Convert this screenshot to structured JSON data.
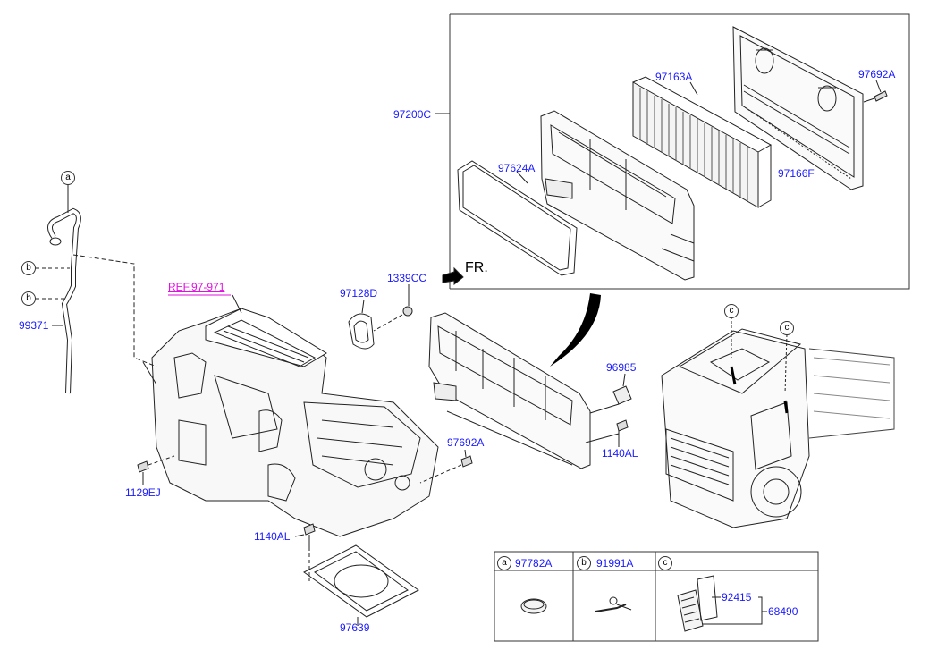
{
  "labels": {
    "p97200C": "97200C",
    "p97163A": "97163A",
    "p97692A_top": "97692A",
    "p97624A": "97624A",
    "p97166F": "97166F",
    "p1339CC": "1339CC",
    "p97128D": "97128D",
    "ref": "REF.97-971",
    "fr": "FR.",
    "p99371": "99371",
    "p96985": "96985",
    "p1140AL_r": "1140AL",
    "p97692A_mid": "97692A",
    "p1129EJ": "1129EJ",
    "p1140AL_b": "1140AL",
    "p97639": "97639"
  },
  "callouts": {
    "a": "a",
    "b1": "b",
    "b2": "b",
    "c1": "c",
    "c2": "c"
  },
  "table": {
    "col_a_letter": "a",
    "col_a_part": "97782A",
    "col_b_letter": "b",
    "col_b_part": "91991A",
    "col_c_letter": "c",
    "c_part1": "92415",
    "c_part2": "68490"
  }
}
